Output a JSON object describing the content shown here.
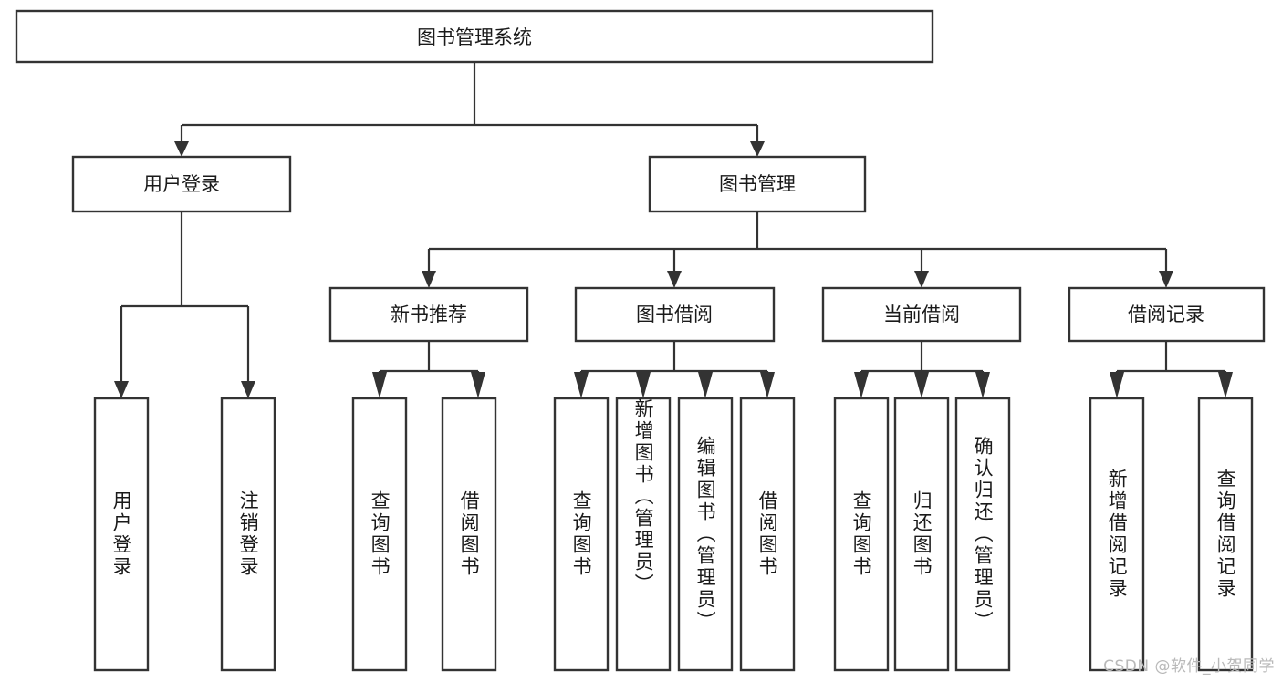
{
  "diagram": {
    "title": "图书管理系统",
    "watermark": "CSDN @软件_小贺同学",
    "colors": {
      "background": "#ffffff",
      "box_stroke": "#333333",
      "box_fill": "#ffffff",
      "connector": "#333333",
      "text": "#1a1a1a",
      "watermark": "#b9b9b9"
    },
    "root": {
      "label": "图书管理系统"
    },
    "level2": [
      {
        "label": "用户登录"
      },
      {
        "label": "图书管理"
      }
    ],
    "level3": [
      {
        "label": "新书推荐"
      },
      {
        "label": "图书借阅"
      },
      {
        "label": "当前借阅"
      },
      {
        "label": "借阅记录"
      }
    ],
    "leaves": {
      "user_login": [
        {
          "label": "用户登录"
        },
        {
          "label": "注销登录"
        }
      ],
      "new_book_recommend": [
        {
          "label": "查询图书"
        },
        {
          "label": "借阅图书"
        }
      ],
      "book_borrow": [
        {
          "label": "查询图书"
        },
        {
          "label": "新增图书（管理员）"
        },
        {
          "label": "编辑图书（管理员）"
        },
        {
          "label": "借阅图书"
        }
      ],
      "current_borrow": [
        {
          "label": "查询图书"
        },
        {
          "label": "归还图书"
        },
        {
          "label": "确认归还（管理员）"
        }
      ],
      "borrow_record": [
        {
          "label": "新增借阅记录"
        },
        {
          "label": "查询借阅记录"
        }
      ]
    }
  }
}
